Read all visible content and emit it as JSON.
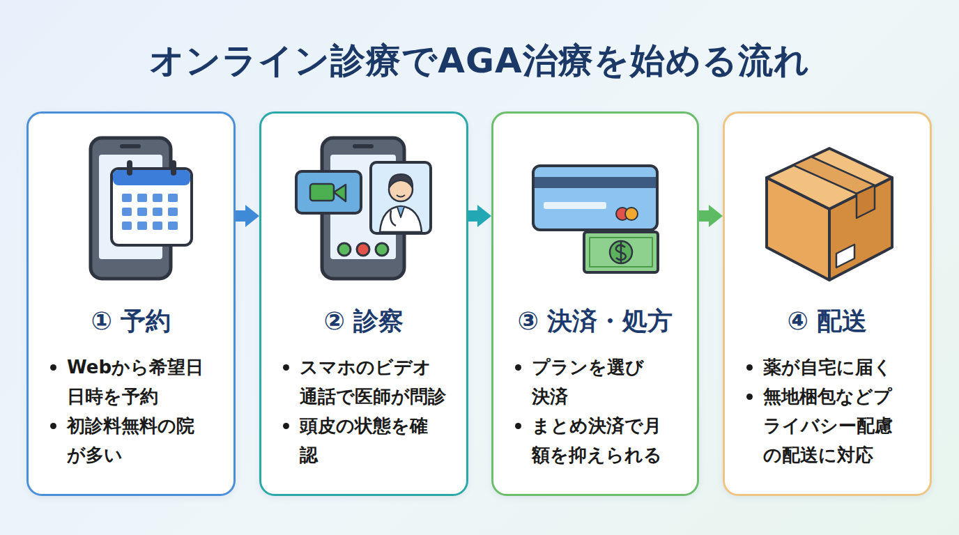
{
  "diagram": {
    "title": "オンライン診療でAGA治療を始める流れ",
    "nodes": [
      {
        "text": [
          "① 予約",
          "Webから希望日 日時を予約",
          "初診料無料の院 が多い"
        ]
      },
      {
        "text": [
          "② 診察",
          "スマホのビデオ 通話で医師が問診",
          "頭皮の状態を確 認"
        ]
      },
      {
        "text": [
          "③ 決済・処方",
          "プランを選び 決済",
          "まとめ決済で月 額を抑えられる"
        ]
      },
      {
        "text": [
          "④ 配送",
          "薬が自宅に届く",
          "無地梱包などプ ライバシー配慮 の配送に対応"
        ]
      }
    ],
    "edges": [
      {
        "from": 0,
        "to": 1,
        "arrow": "to"
      },
      {
        "from": 1,
        "to": 2,
        "arrow": "to"
      },
      {
        "from": 2,
        "to": 3,
        "arrow": "to"
      }
    ]
  }
}
